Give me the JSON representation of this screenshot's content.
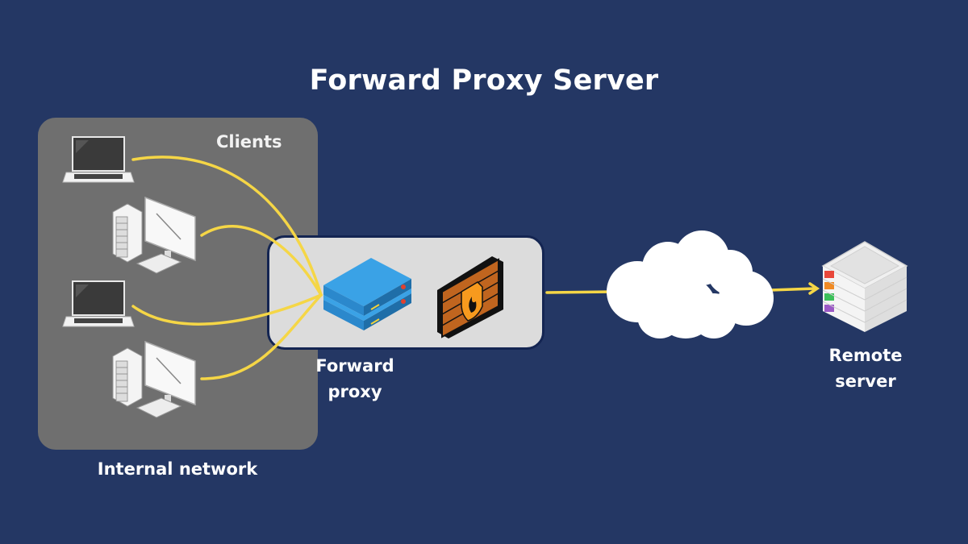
{
  "title": "Forward Proxy Server",
  "internal_network": {
    "label": "Internal network",
    "clients_label": "Clients",
    "clients": [
      {
        "type": "laptop",
        "icon": "laptop-icon"
      },
      {
        "type": "desktop",
        "icon": "desktop-computer-icon"
      },
      {
        "type": "laptop",
        "icon": "laptop-icon"
      },
      {
        "type": "desktop",
        "icon": "desktop-computer-icon"
      }
    ]
  },
  "proxy": {
    "label_line1": "Forward",
    "label_line2": "proxy",
    "icons": [
      "server-stack-icon",
      "firewall-icon"
    ]
  },
  "internet": {
    "icon": "cloud-icon"
  },
  "remote": {
    "label_line1": "Remote",
    "label_line2": "server",
    "icon": "remote-server-icon",
    "indicator_colors": [
      "#e8473a",
      "#f08a24",
      "#3cc05a",
      "#9b59c6"
    ]
  },
  "colors": {
    "background": "#243764",
    "connection": "#f5d646",
    "network_box": "#6f6f6f",
    "proxy_box": "#dcdcdc",
    "server_blue": "#2f95d8",
    "firewall_brick": "#c0651f",
    "shield_orange": "#f79a1e"
  }
}
